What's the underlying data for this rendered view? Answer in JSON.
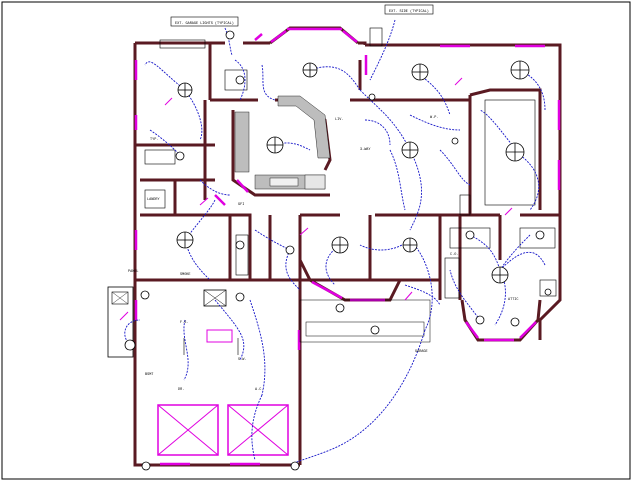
{
  "drawing": {
    "title_left": "EXT. GARAGE LIGHTS (TYPICAL)",
    "title_right": "EXT. SIDE (TYPICAL)"
  },
  "room_labels": {
    "garage_fan": "F.S.",
    "garage_sw": "S.W.",
    "rm_a": "TYP.",
    "rm_b": "LIV.",
    "rm_c": "3-WAY",
    "rm_d": "GFI",
    "rm_e": "W.P.",
    "rm_f": "DR.",
    "rm_g": "A.C.",
    "rm_h": "BSMT",
    "rm_i": "ATTIC",
    "rm_j": "LANDRY",
    "rm_k": "PANEL",
    "rm_l": "SMOKE",
    "rm_m": "C.O.",
    "rm_n": "GARAGE"
  },
  "colors": {
    "wall": "#5a1a22",
    "window": "#e000e0",
    "wiring": "#1515c8",
    "fixture": "#000000",
    "border": "#000000"
  }
}
